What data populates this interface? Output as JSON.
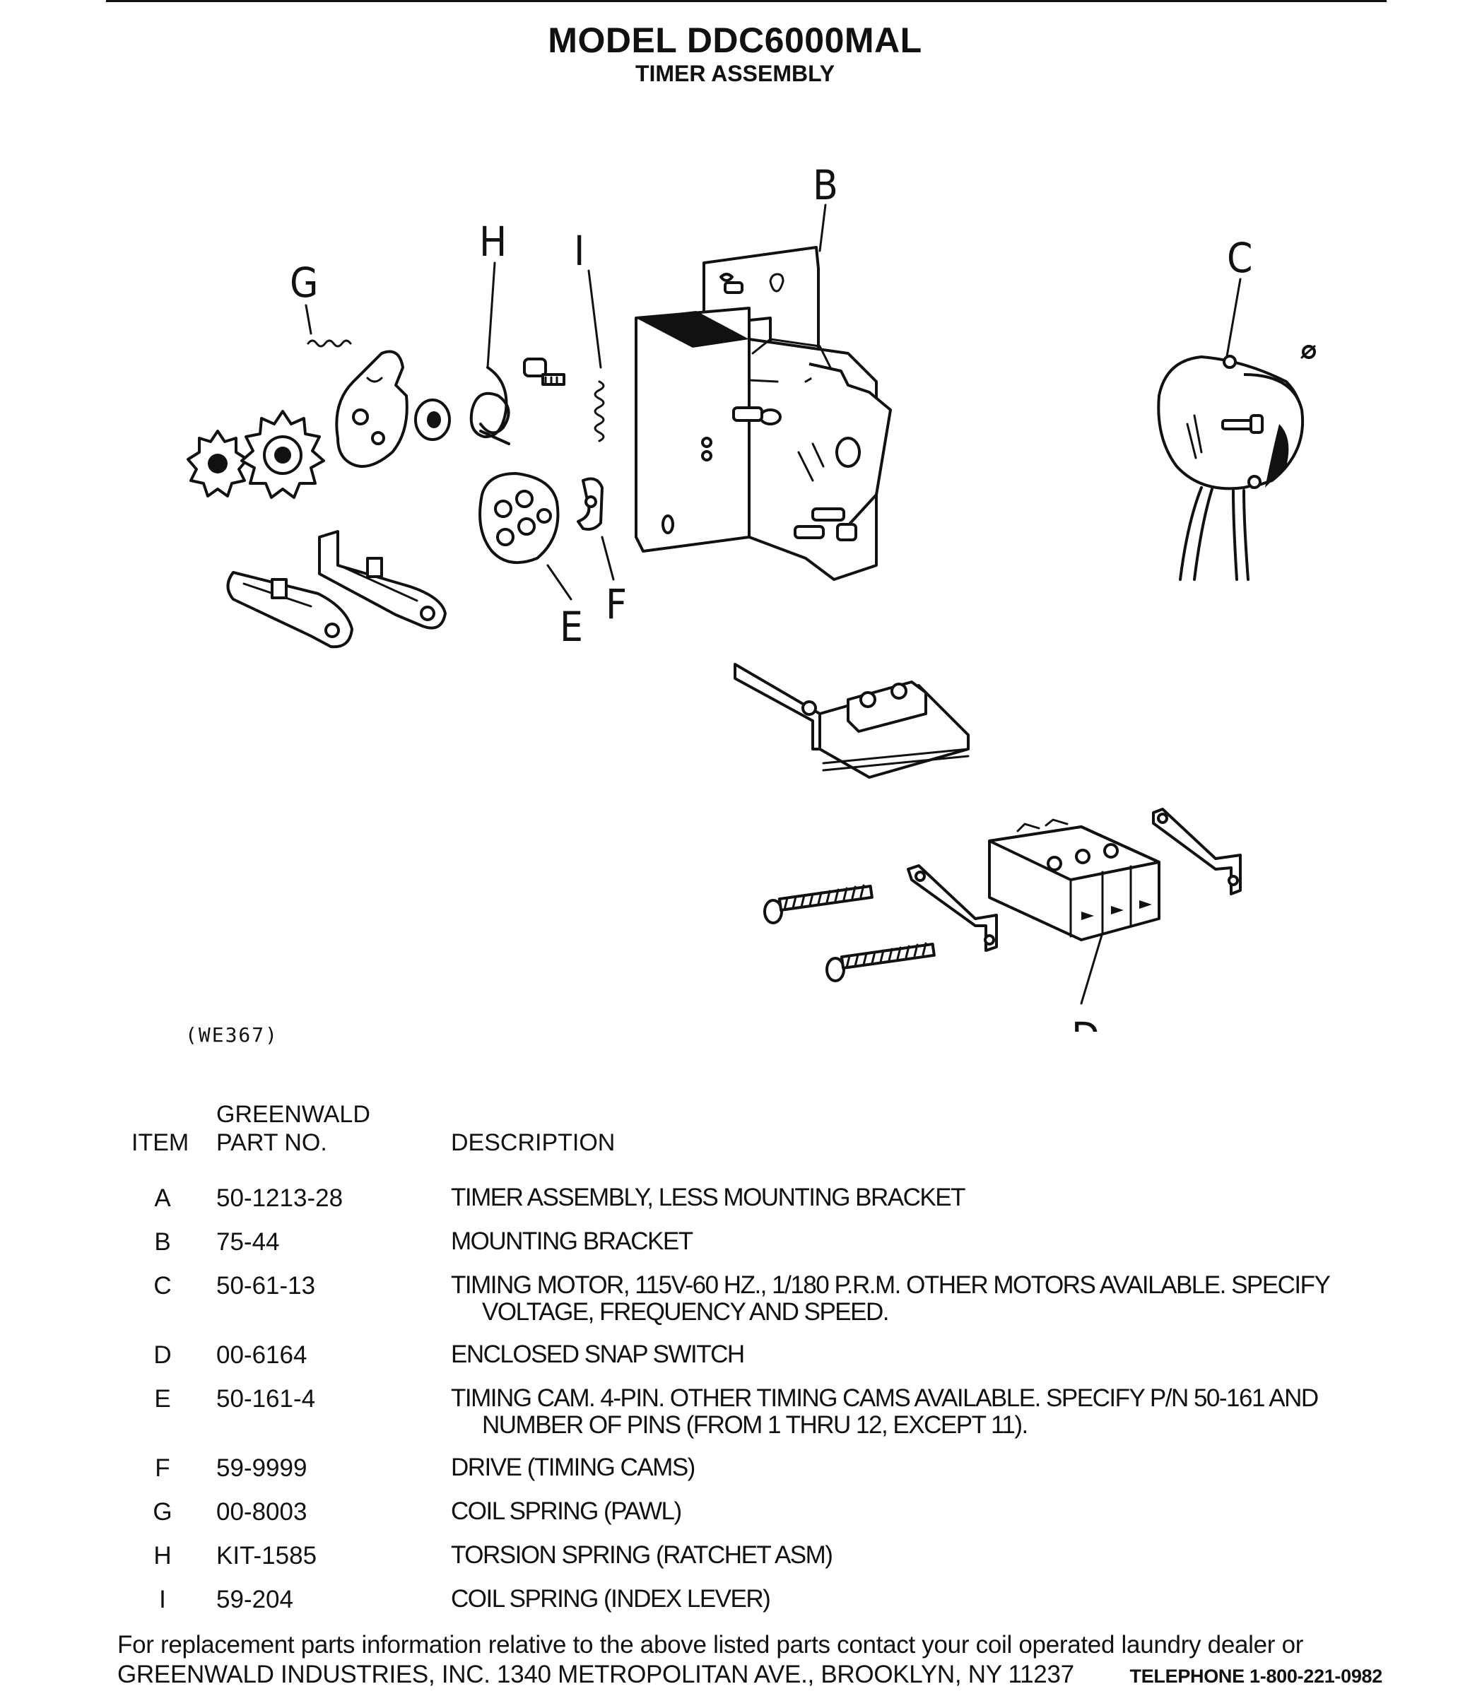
{
  "header": {
    "title": "MODEL DDC6000MAL",
    "subtitle": "TIMER ASSEMBLY"
  },
  "diagram": {
    "callouts": [
      "B",
      "H",
      "I",
      "G",
      "C",
      "E",
      "F",
      "D"
    ],
    "reference_code": "(WE367)"
  },
  "table": {
    "columns": {
      "item": "ITEM",
      "part_line1": "GREENWALD",
      "part_line2": "PART NO.",
      "description": "DESCRIPTION"
    },
    "rows": [
      {
        "item": "A",
        "part": "50-1213-28",
        "desc": "TIMER ASSEMBLY, LESS MOUNTING BRACKET",
        "desc2": ""
      },
      {
        "item": "B",
        "part": "75-44",
        "desc": "MOUNTING BRACKET",
        "desc2": ""
      },
      {
        "item": "C",
        "part": "50-61-13",
        "desc": "TIMING MOTOR, 115V-60 HZ., 1/180 P.R.M. OTHER MOTORS AVAILABLE. SPECIFY",
        "desc2": "VOLTAGE, FREQUENCY AND SPEED."
      },
      {
        "item": "D",
        "part": "00-6164",
        "desc": "ENCLOSED SNAP SWITCH",
        "desc2": ""
      },
      {
        "item": "E",
        "part": "50-161-4",
        "desc": "TIMING CAM. 4-PIN. OTHER TIMING CAMS AVAILABLE. SPECIFY P/N 50-161 AND",
        "desc2": "NUMBER OF PINS (FROM 1 THRU 12, EXCEPT 11)."
      },
      {
        "item": "F",
        "part": "59-9999",
        "desc": "DRIVE (TIMING CAMS)",
        "desc2": ""
      },
      {
        "item": "G",
        "part": "00-8003",
        "desc": "COIL SPRING (PAWL)",
        "desc2": ""
      },
      {
        "item": "H",
        "part": "KIT-1585",
        "desc": "TORSION SPRING (RATCHET ASM)",
        "desc2": ""
      },
      {
        "item": "I",
        "part": "59-204",
        "desc": "COIL SPRING (INDEX LEVER)",
        "desc2": ""
      }
    ]
  },
  "footer": {
    "line1": "For replacement parts information relative to the above listed parts contact your coil operated laundry dealer or",
    "line2": "GREENWALD INDUSTRIES, INC. 1340 METROPOLITAN AVE., BROOKLYN, NY 11237",
    "telephone": "TELEPHONE 1-800-221-0982"
  }
}
